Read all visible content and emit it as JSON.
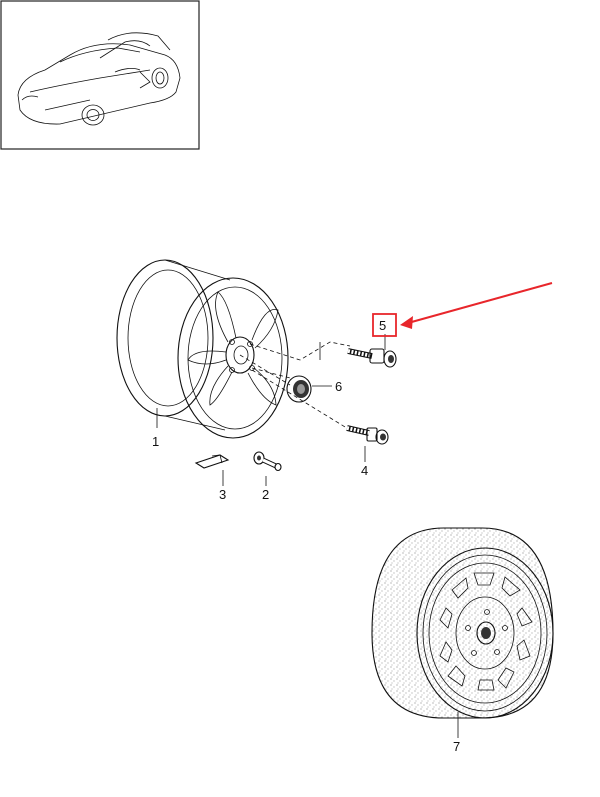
{
  "diagram": {
    "type": "exploded-parts-view",
    "thumbnail": {
      "subject": "car-convertible"
    },
    "callouts": [
      {
        "id": "1",
        "part": "wheel-rim"
      },
      {
        "id": "2",
        "part": "tyre-valve"
      },
      {
        "id": "3",
        "part": "balance-weight"
      },
      {
        "id": "4",
        "part": "wheel-bolt"
      },
      {
        "id": "5",
        "part": "locking-wheel-bolt"
      },
      {
        "id": "6",
        "part": "hub-cap"
      },
      {
        "id": "7",
        "part": "spare-wheel"
      }
    ],
    "highlight": {
      "target": "5",
      "box_color": "#e8262b",
      "arrow_color": "#e8262b"
    }
  }
}
